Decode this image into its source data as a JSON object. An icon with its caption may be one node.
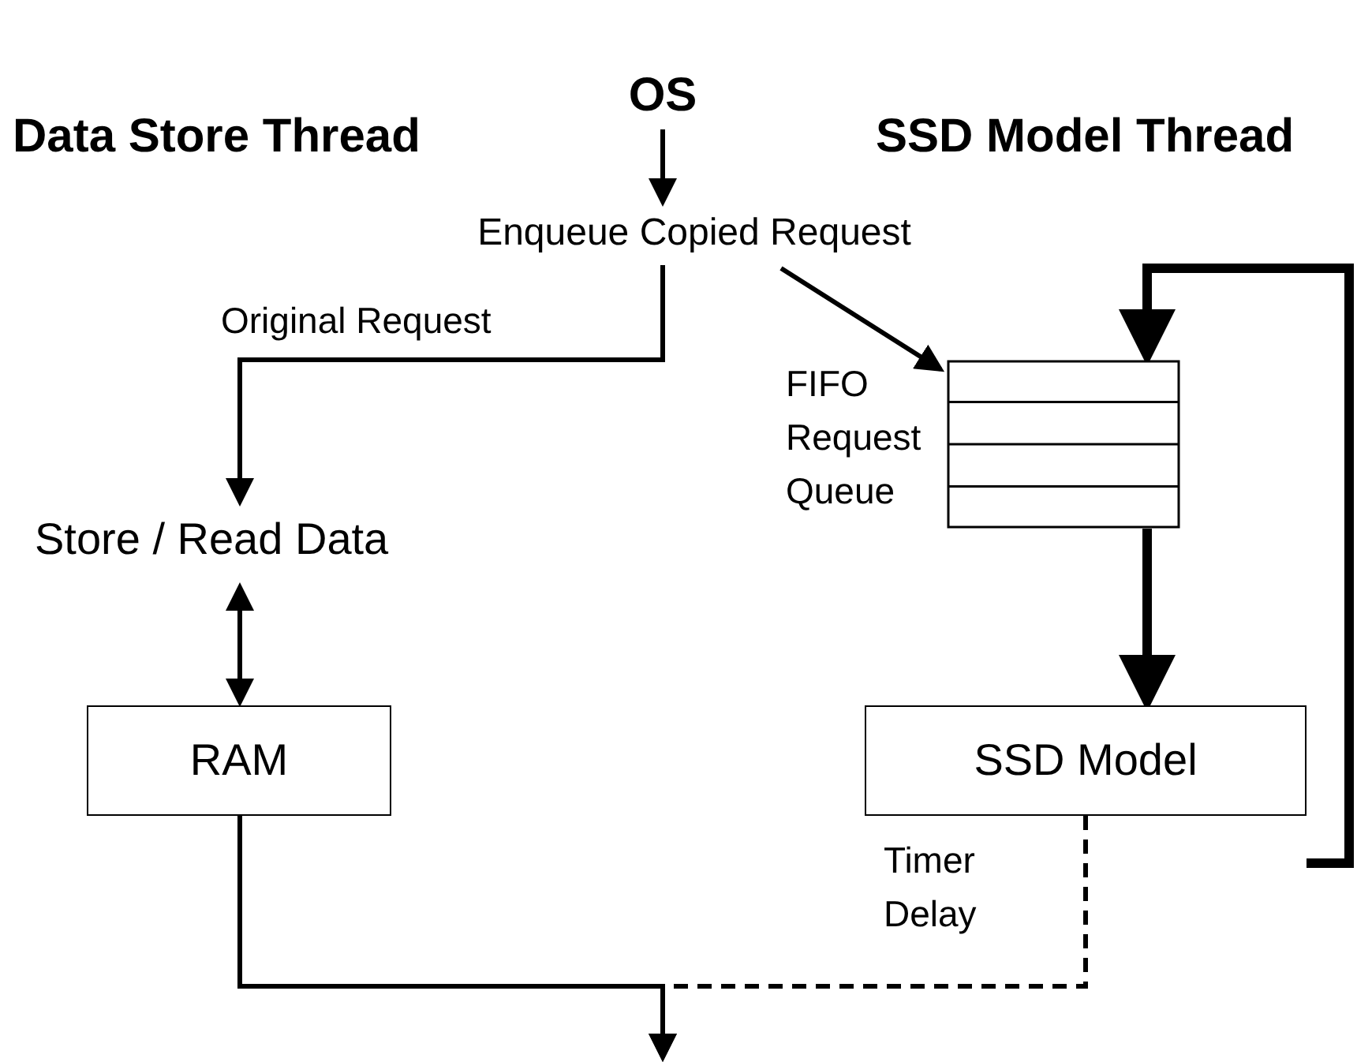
{
  "diagram": {
    "nodes": [
      {
        "text": [
          "OS"
        ]
      },
      {
        "text": [
          "Enqueue Copied Request"
        ]
      },
      {
        "text": [
          "Store / Read Data"
        ]
      },
      {
        "text": [
          "RAM"
        ]
      },
      {
        "text": [],
        "shape": "box",
        "beside": [
          "FIFO Request Queue"
        ]
      },
      {
        "text": [
          "SSD Model"
        ]
      }
    ],
    "edges": [
      {
        "from": 0,
        "to": 1,
        "arrow": "to"
      },
      {
        "from": 1,
        "to": 2,
        "arrow": "to",
        "label": "Original Request"
      },
      {
        "from": 1,
        "to": 4,
        "arrow": "to"
      },
      {
        "from": 2,
        "to": 3,
        "arrow": "both"
      },
      {
        "from": 4,
        "to": 5,
        "arrow": "to",
        "style": "thick"
      },
      {
        "from": 5,
        "to": 4,
        "arrow": "to",
        "style": "thick"
      },
      {
        "from": 3,
        "to": null,
        "arrow": "to"
      },
      {
        "from": 5,
        "to": null,
        "arrow": "to",
        "style": "dashed",
        "label": "Timer Delay"
      }
    ],
    "labels": [
      "Data Store Thread",
      "SSD Model Thread"
    ]
  }
}
